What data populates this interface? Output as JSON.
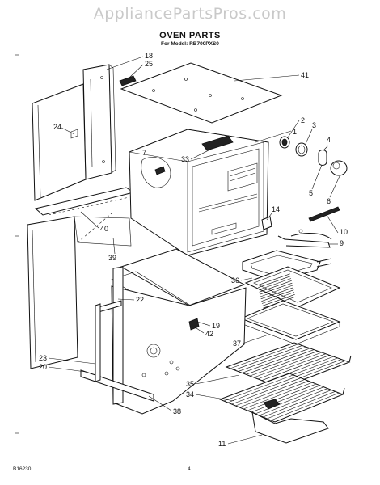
{
  "watermark": "AppliancePartsPros.com",
  "title": "OVEN PARTS",
  "subtitle": "For Model: RB700PXS0",
  "footer_code": "B16230",
  "page_number": "4",
  "callouts": {
    "c18": "18",
    "c25": "25",
    "c41": "41",
    "c1": "1",
    "c2": "2",
    "c3": "3",
    "c4": "4",
    "c5": "5",
    "c6": "6",
    "c7": "7",
    "c33": "33",
    "c24": "24",
    "c40": "40",
    "c39": "39",
    "c14": "14",
    "c10": "10",
    "c9": "9",
    "c36": "36",
    "c22": "22",
    "c19": "19",
    "c42": "42",
    "c37": "37",
    "c23": "23",
    "c20": "20",
    "c35": "35",
    "c34": "34",
    "c38": "38",
    "c11": "11"
  }
}
